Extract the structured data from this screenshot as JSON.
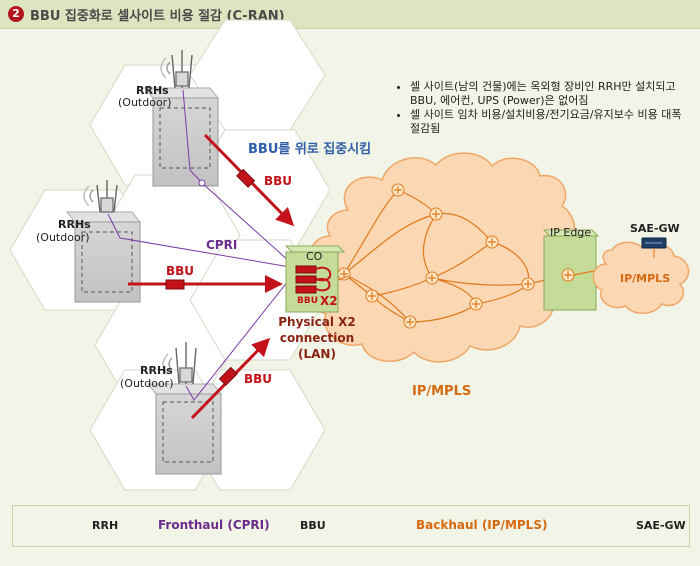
{
  "title": {
    "badge": "2",
    "text": "BBU 집중화로 셀사이트 비용 절감 (C-RAN)"
  },
  "sites": [
    {
      "rrh_label": "RRHs",
      "rrh_sub": "(Outdoor)",
      "bbu_label": "BBU"
    },
    {
      "rrh_label": "RRHs",
      "rrh_sub": "(Outdoor)",
      "bbu_label": "BBU"
    },
    {
      "rrh_label": "RRHs",
      "rrh_sub": "(Outdoor)",
      "bbu_label": "BBU"
    }
  ],
  "centralize_label": "BBU를 위로 집중시킴",
  "cpri_label": "CPRI",
  "co": {
    "label": "CO",
    "bbu_label": "BBU",
    "x2_label": "X2"
  },
  "x2_caption": [
    "Physical X2",
    "connection",
    "(LAN)"
  ],
  "cloud_label": "IP/MPLS",
  "ip_edge_label": "IP Edge",
  "sae_gw_label": "SAE-GW",
  "small_cloud_label": "IP/MPLS",
  "notes": [
    "셀 사이트(남의 건물)에는 옥외형 장비인 RRH만 설치되고 BBU, 에어컨, UPS (Power)은 없어짐",
    "셀 사이트 임차 비용/설치비용/전기요금/유지보수 비용 대폭 절감됨"
  ],
  "legend": {
    "rrh": "RRH",
    "fronthaul": "Fronthaul (CPRI)",
    "bbu": "BBU",
    "backhaul": "Backhaul (IP/MPLS)",
    "sae_gw": "SAE-GW"
  },
  "colors": {
    "accent_red": "#c3121a",
    "cpri_purple": "#7b3aa8",
    "backhaul_orange": "#e07a1a",
    "cloud_fill": "#fbd7b4",
    "edge_green": "#c5dc98"
  }
}
